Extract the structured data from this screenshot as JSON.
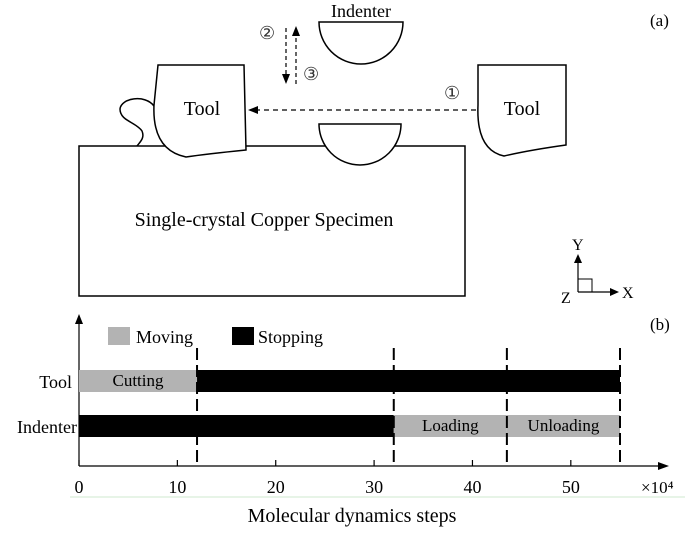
{
  "panel_a": {
    "label": "(a)",
    "indenter_label": "Indenter",
    "tool_left_label": "Tool",
    "tool_right_label": "Tool",
    "specimen_label": "Single-crystal Copper Specimen",
    "steps": [
      "①",
      "②",
      "③"
    ],
    "axes": {
      "y": "Y",
      "x": "X",
      "z": "Z"
    }
  },
  "panel_b": {
    "label": "(b)",
    "legend": [
      {
        "name": "Moving",
        "color": "#b3b3b3"
      },
      {
        "name": "Stopping",
        "color": "#000000"
      }
    ],
    "xlabel": "Molecular dynamics steps",
    "x_multiplier": "×10⁴",
    "xlim": [
      0,
      55
    ],
    "ticks": [
      0,
      10,
      20,
      30,
      40,
      50
    ],
    "boundaries": [
      12,
      32,
      43.5,
      55
    ],
    "rows": [
      {
        "name": "Tool",
        "segments": [
          {
            "start": 0,
            "end": 12,
            "state": "moving",
            "label": "Cutting"
          },
          {
            "start": 12,
            "end": 55,
            "state": "stopping",
            "label": ""
          }
        ]
      },
      {
        "name": "Indenter",
        "segments": [
          {
            "start": 0,
            "end": 32,
            "state": "stopping",
            "label": ""
          },
          {
            "start": 32,
            "end": 43.5,
            "state": "moving",
            "label": "Loading"
          },
          {
            "start": 43.5,
            "end": 55,
            "state": "moving",
            "label": "Unloading"
          }
        ]
      }
    ]
  },
  "colors": {
    "moving": "#b3b3b3",
    "stopping": "#000000",
    "line": "#000000"
  }
}
